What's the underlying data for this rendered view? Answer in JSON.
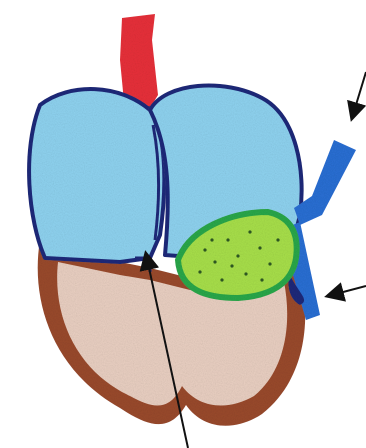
{
  "image": {
    "style": "crayon drawing",
    "background_color": "#ffffff",
    "colors": {
      "artery_red": "#e8303a",
      "atria_blue": "#8fd3f0",
      "outline_navy": "#1f2a7a",
      "ventricle_pink": "#ead0c2",
      "ventricle_brown": "#9a4a2c",
      "vessel_blue": "#2a6fd4",
      "sac_green": "#a8e04a",
      "sac_outline_green": "#2aa84a",
      "dots_dark": "#2f5a22",
      "arrow_black": "#111111"
    },
    "parts": [
      "artery-top",
      "left-atrium",
      "right-atrium",
      "ventricle",
      "green-sac",
      "side-vessels"
    ],
    "arrow_count": 3
  }
}
